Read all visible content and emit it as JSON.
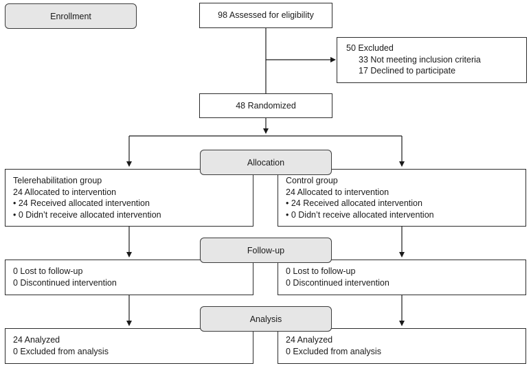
{
  "stages": {
    "enrollment": "Enrollment",
    "allocation": "Allocation",
    "followup": "Follow-up",
    "analysis": "Analysis"
  },
  "assessed": "98 Assessed for eligibility",
  "excluded": {
    "title": "50 Excluded",
    "reason1": "33 Not meeting inclusion criteria",
    "reason2": "17 Declined to participate"
  },
  "randomized": "48 Randomized",
  "tele": {
    "group": "Telerehabilitation group",
    "allocated": "24 Allocated to intervention",
    "received": "• 24 Received allocated intervention",
    "not_received": "• 0 Didn’t receive allocated intervention",
    "lost": "0 Lost to follow-up",
    "discontinued": "0 Discontinued intervention",
    "analyzed": "24 Analyzed",
    "excluded_analysis": "0 Excluded from analysis"
  },
  "control": {
    "group": "Control group",
    "allocated": "24 Allocated to intervention",
    "received": "• 24 Received allocated intervention",
    "not_received": "• 0 Didn’t receive allocated intervention",
    "lost": "0 Lost to follow-up",
    "discontinued": "0 Discontinued intervention",
    "analyzed": "24 Analyzed",
    "excluded_analysis": "0 Excluded from analysis"
  }
}
